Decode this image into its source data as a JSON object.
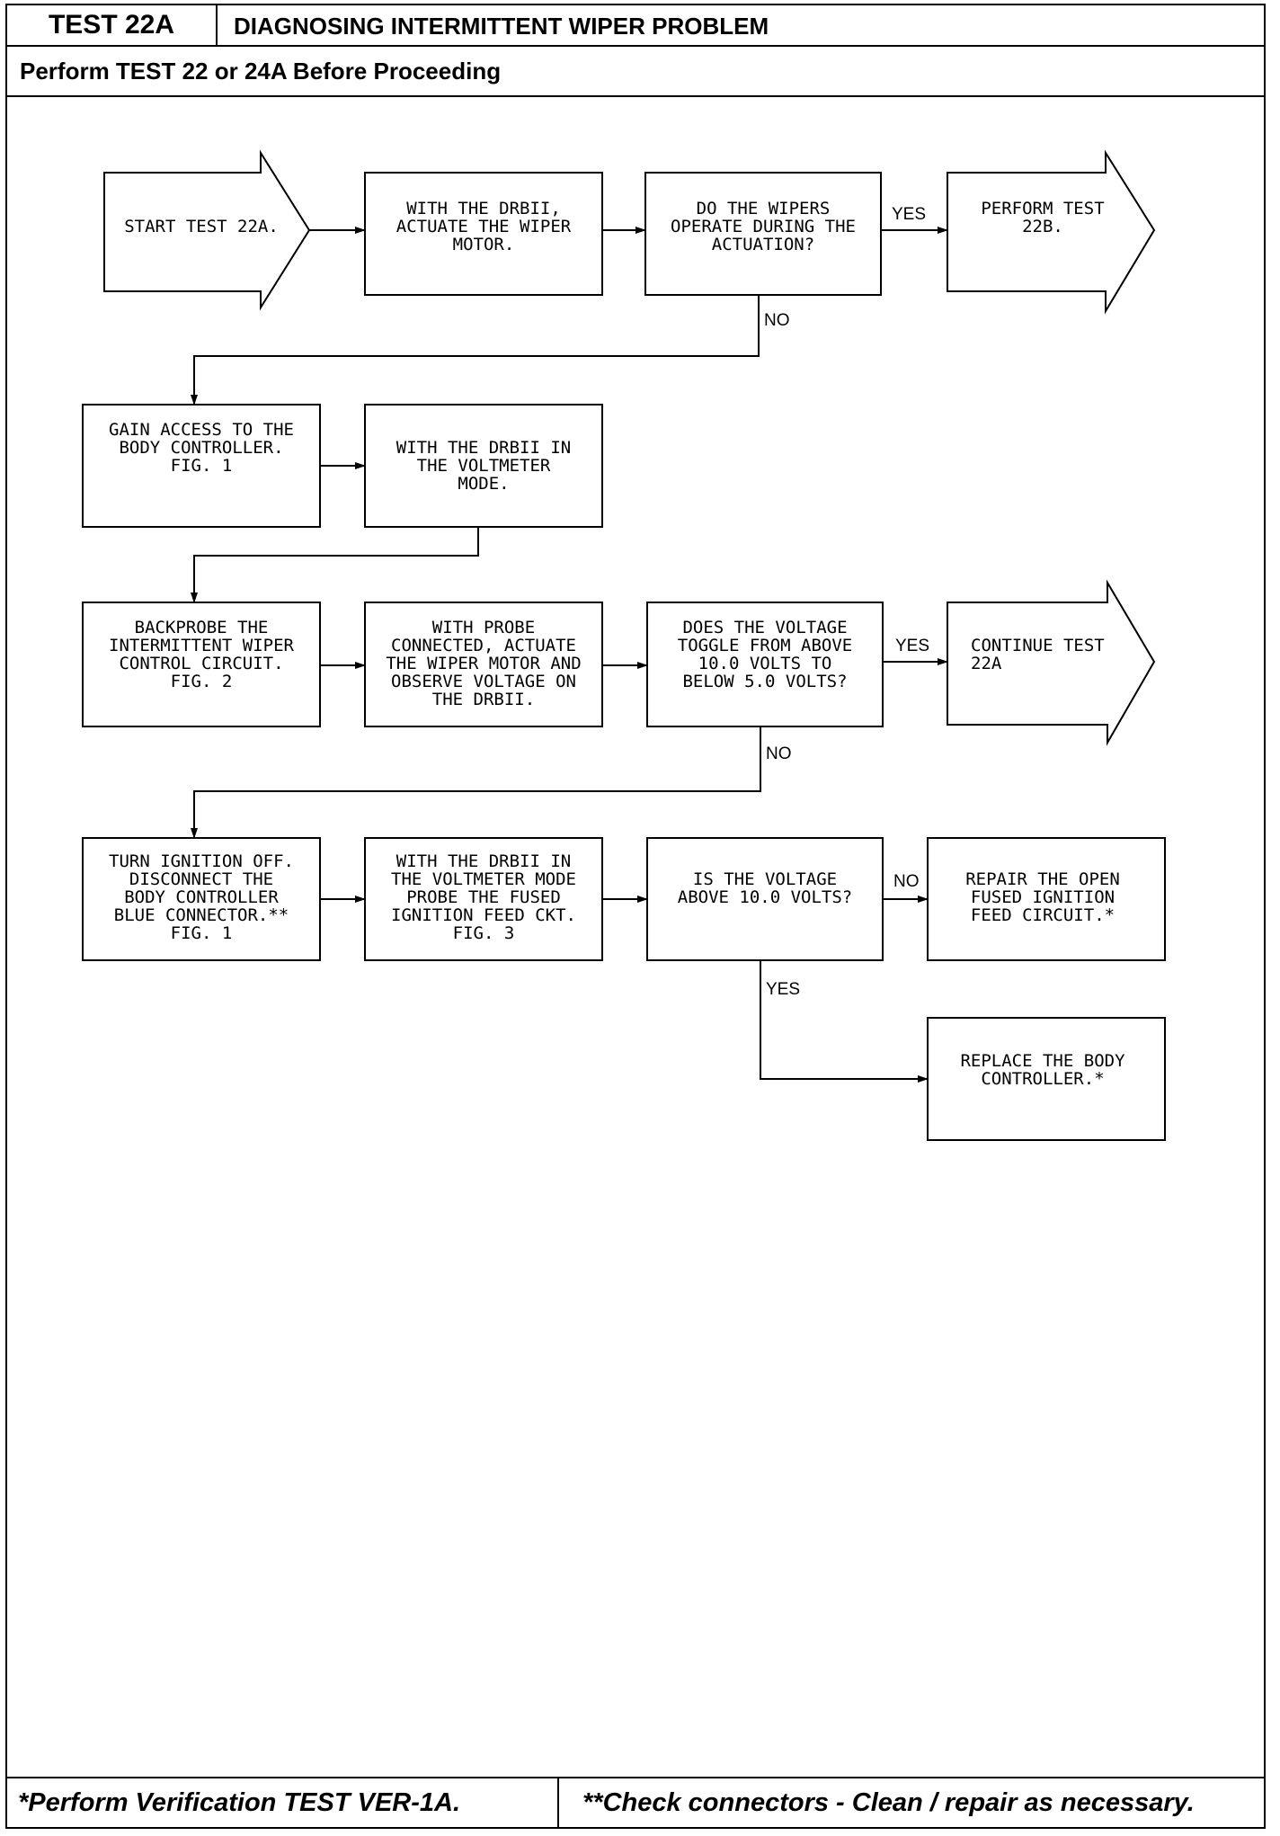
{
  "header": {
    "test_id": "TEST 22A",
    "title": "DIAGNOSING INTERMITTENT WIPER PROBLEM",
    "subtitle": "Perform TEST 22 or 24A Before Proceeding"
  },
  "flow": {
    "start": [
      "START TEST 22A."
    ],
    "actuate": [
      "WITH THE DRBII,",
      "ACTUATE THE WIPER",
      "MOTOR."
    ],
    "q_wipers": [
      "DO THE WIPERS",
      "OPERATE DURING THE",
      "ACTUATION?"
    ],
    "perform_22b": [
      "PERFORM TEST",
      "22B."
    ],
    "gain_access": [
      "GAIN ACCESS TO THE",
      "BODY CONTROLLER.",
      "",
      "FIG. 1"
    ],
    "voltmeter_mode": [
      "WITH THE DRBII IN",
      "THE VOLTMETER",
      "MODE."
    ],
    "backprobe": [
      "BACKPROBE THE",
      "INTERMITTENT WIPER",
      "CONTROL CIRCUIT.",
      "",
      "FIG. 2"
    ],
    "probe_connected": [
      "WITH PROBE",
      "CONNECTED, ACTUATE",
      "THE WIPER MOTOR AND",
      "OBSERVE VOLTAGE ON",
      "THE DRBII."
    ],
    "q_toggle": [
      "DOES THE VOLTAGE",
      "TOGGLE FROM ABOVE",
      "10.0 VOLTS TO",
      "BELOW 5.0 VOLTS?"
    ],
    "continue_22a": [
      "CONTINUE TEST",
      "22A"
    ],
    "ignition_off": [
      "TURN IGNITION OFF.",
      "DISCONNECT THE",
      "BODY CONTROLLER",
      "BLUE CONNECTOR.**",
      "FIG. 1"
    ],
    "probe_fused": [
      "WITH THE DRBII IN",
      "THE VOLTMETER MODE",
      "PROBE THE FUSED",
      "IGNITION FEED CKT.",
      "FIG. 3"
    ],
    "q_voltage": [
      "IS THE VOLTAGE",
      "ABOVE 10.0 VOLTS?"
    ],
    "repair_open": [
      "REPAIR THE OPEN",
      "FUSED IGNITION",
      "FEED CIRCUIT.*"
    ],
    "replace_body": [
      "REPLACE THE BODY",
      "CONTROLLER.*"
    ]
  },
  "labels": {
    "yes": "YES",
    "no": "NO"
  },
  "footer": {
    "left": "*Perform Verification TEST VER-1A.",
    "right": "**Check connectors - Clean / repair as necessary."
  }
}
